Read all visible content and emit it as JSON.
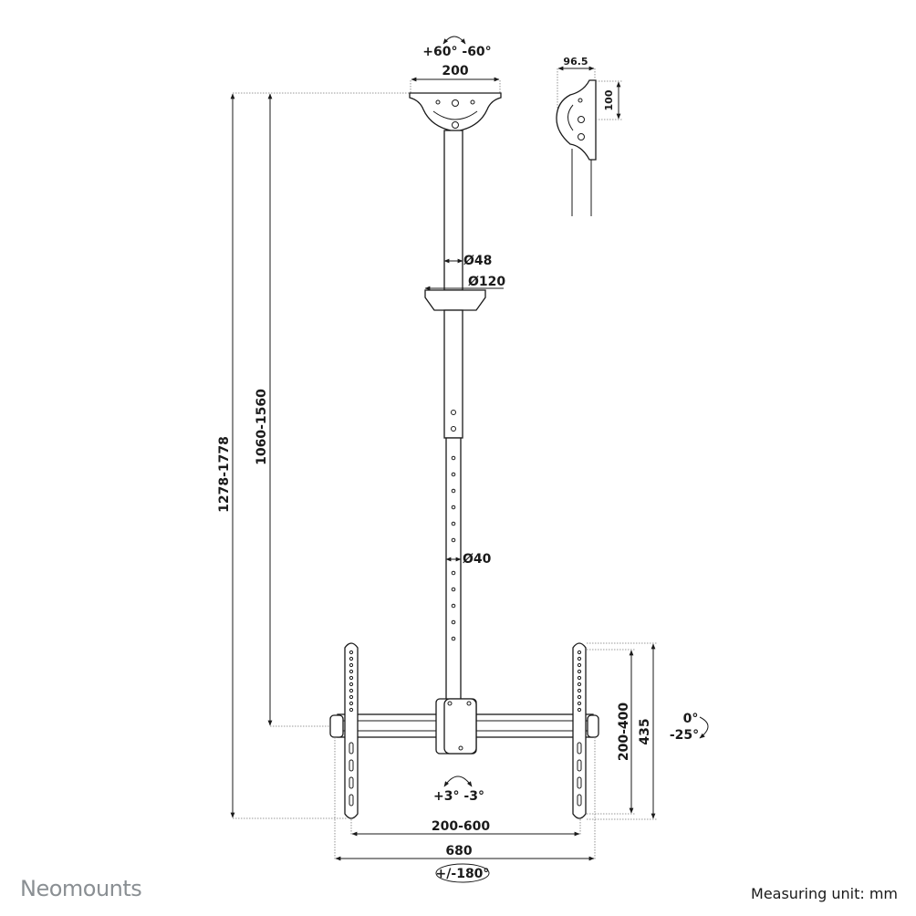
{
  "brand": "Neomounts",
  "footer": {
    "unit": "Measuring unit: mm"
  },
  "dimensions": {
    "rotation_top": "+60° -60°",
    "plate_width": "200",
    "side_depth": "96.5",
    "side_height": "100",
    "pole_upper_diameter": "Ø48",
    "collar_diameter": "Ø120",
    "pole_lower_diameter": "Ø40",
    "total_height": "1278-1778",
    "pole_height": "1060-1560",
    "vesa_vertical": "200-400",
    "rail_height": "435",
    "tilt_a": "0°",
    "tilt_b": "-25°",
    "level": "+3° -3°",
    "vesa_horizontal": "200-600",
    "total_width": "680",
    "swivel": "+/-180°"
  }
}
